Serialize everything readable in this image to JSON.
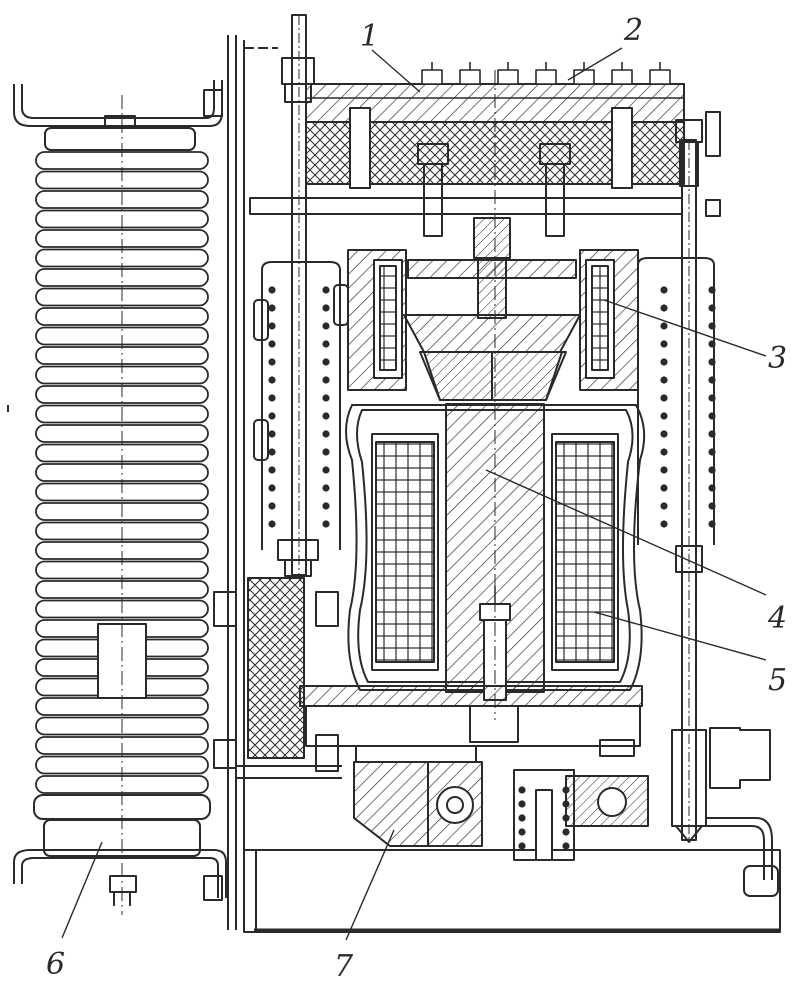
{
  "figure": {
    "callouts": [
      {
        "id": "1",
        "label": "1"
      },
      {
        "id": "2",
        "label": "2"
      },
      {
        "id": "3",
        "label": "3"
      },
      {
        "id": "4",
        "label": "4"
      },
      {
        "id": "5",
        "label": "5"
      },
      {
        "id": "6",
        "label": "6"
      },
      {
        "id": "7",
        "label": "7"
      }
    ],
    "colors": {
      "ink": "#2a2a2a",
      "background": "#ffffff"
    }
  }
}
